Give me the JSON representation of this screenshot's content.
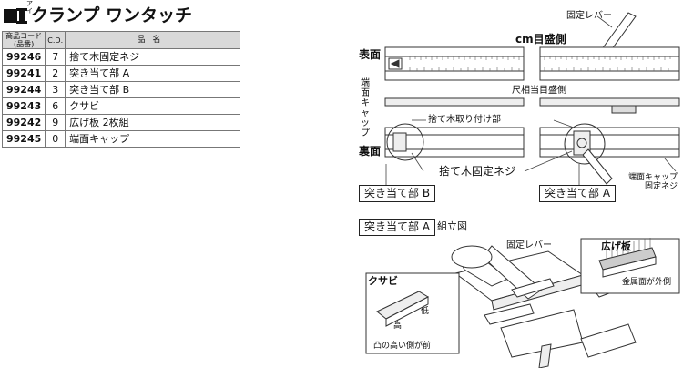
{
  "title": {
    "ruby": "アイ",
    "text": "クランプ ワンタッチ"
  },
  "table": {
    "headers": {
      "code": "商品コード\n(品番)",
      "cd": "C.D.",
      "name": "品名"
    },
    "rows": [
      {
        "code": "99246",
        "cd": "7",
        "name": "捨て木固定ネジ"
      },
      {
        "code": "99241",
        "cd": "2",
        "name": "突き当て部 A"
      },
      {
        "code": "99244",
        "cd": "3",
        "name": "突き当て部 B"
      },
      {
        "code": "99243",
        "cd": "6",
        "name": "クサビ"
      },
      {
        "code": "99242",
        "cd": "9",
        "name": "広げ板 2枚組"
      },
      {
        "code": "99245",
        "cd": "0",
        "name": "端面キャップ"
      }
    ]
  },
  "diagram": {
    "fixing_lever": "固定レバー",
    "cm_side": "cm目盛側",
    "front": "表面",
    "shaku_side": "尺相当目盛側",
    "end_cap_vertical": "端面キャップ",
    "back": "裏面",
    "sutegi_mount": "捨て木取り付け部",
    "sutegi_screw": "捨て木固定ネジ",
    "stop_b": "突き当て部 B",
    "stop_a": "突き当て部 A",
    "end_cap_screw": "端面キャップ\n固定ネジ",
    "assembly_title": "突き当て部 A",
    "assembly": "組立図",
    "fixing_lever_2": "固定レバー",
    "wide_plate": "広げ板",
    "metal_outside": "金属面が外側",
    "wedge": "クサビ",
    "low": "低",
    "high": "高",
    "convex_front": "凸の高い側が前"
  }
}
